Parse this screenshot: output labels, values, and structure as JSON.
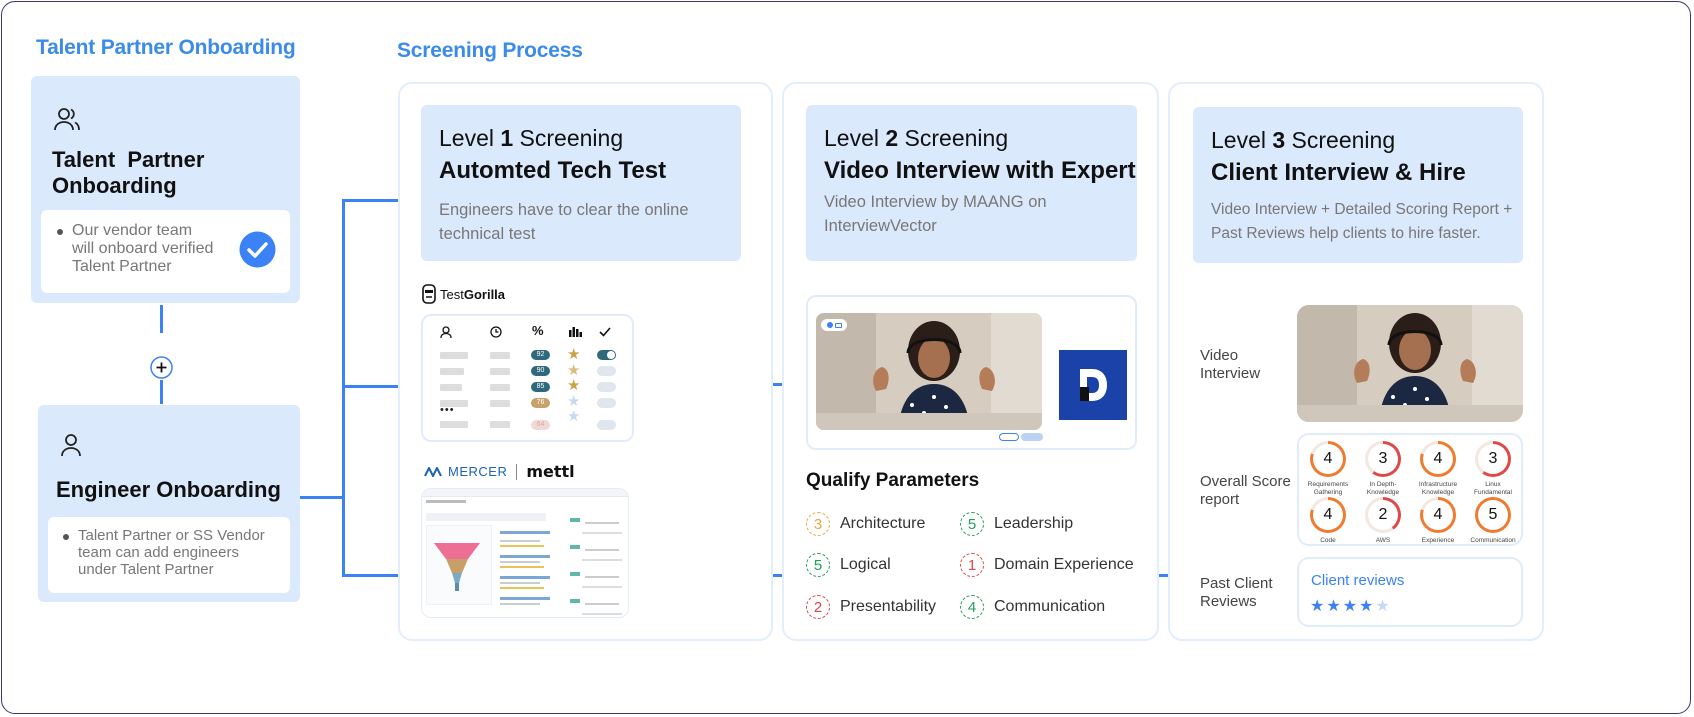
{
  "left": {
    "section_title": "Talent Partner Onboarding",
    "talent_card": {
      "icon": "users-icon",
      "title_line1": "Talent  Partner",
      "title_line2": "Onboarding",
      "bullet": [
        "Our vendor team",
        "will onboard verified",
        "Talent Partner"
      ],
      "check_icon": "check-circle-icon"
    },
    "plus_icon": "plus-circle-icon",
    "engineer_card": {
      "icon": "user-icon",
      "title": "Engineer Onboarding",
      "bullet": [
        "Talent Partner or SS Vendor",
        "team can add engineers",
        "under Talent Partner"
      ]
    }
  },
  "screening": {
    "section_title": "Screening Process",
    "levels": [
      {
        "prefix": "Level ",
        "number": "1",
        "suffix": " Screening",
        "title": "Automted Tech Test",
        "desc": [
          "Engineers have to clear the online",
          "technical test"
        ]
      },
      {
        "prefix": "Level ",
        "number": "2",
        "suffix": " Screening",
        "title": "Video Interview with Expert",
        "desc": [
          "Video Interview by MAANG on",
          "InterviewVector"
        ]
      },
      {
        "prefix": "Level ",
        "number": "3",
        "suffix": " Screening",
        "title": "Client Interview & Hire",
        "desc": [
          "Video Interview + Detailed Scoring Report +",
          "Past Reviews help clients to hire faster."
        ]
      }
    ]
  },
  "testgorilla": {
    "logo_text_plain": "Test",
    "logo_text_bold": "Gorilla",
    "header_icons": [
      "person-icon",
      "clock-icon",
      "percent-icon",
      "bar-chart-icon",
      "check-icon"
    ],
    "scores": [
      {
        "value": "92",
        "color": "#2e6a7c"
      },
      {
        "value": "90",
        "color": "#2e6a7c"
      },
      {
        "value": "85",
        "color": "#2e6a7c"
      },
      {
        "value": "76",
        "color": "#c9a16a"
      },
      {
        "value": "64",
        "color": "#f1d9d6"
      }
    ],
    "ellipsis": "•••"
  },
  "mercer": {
    "mercer_text": "MERCER",
    "mettl_text": "mettl"
  },
  "qualify": {
    "title": "Qualify Parameters",
    "params": [
      {
        "value": "3",
        "label": "Architecture",
        "color": "#f0a640"
      },
      {
        "value": "5",
        "label": "Leadership",
        "color": "#22a05a"
      },
      {
        "value": "5",
        "label": "Logical",
        "color": "#22a05a"
      },
      {
        "value": "1",
        "label": "Domain Experience",
        "color": "#e04848"
      },
      {
        "value": "2",
        "label": "Presentability",
        "color": "#e04848"
      },
      {
        "value": "4",
        "label": "Communication",
        "color": "#22a05a"
      }
    ]
  },
  "level3": {
    "video_label": [
      "Video",
      "Interview"
    ],
    "score_label": [
      "Overall Score",
      "report"
    ],
    "reviews_label": [
      "Past Client",
      "Reviews"
    ],
    "scores": [
      {
        "value": "4",
        "label": [
          "Requirements",
          "Gathering"
        ],
        "fill": 0.8,
        "color": "#f07b2f"
      },
      {
        "value": "3",
        "label": [
          "In Depth-",
          "Knowledge"
        ],
        "fill": 0.6,
        "color": "#e04848"
      },
      {
        "value": "4",
        "label": [
          "Infrastructure",
          "Knowledge"
        ],
        "fill": 0.8,
        "color": "#f07b2f"
      },
      {
        "value": "3",
        "label": [
          "Linux",
          "Fundamental"
        ],
        "fill": 0.6,
        "color": "#e04848"
      },
      {
        "value": "4",
        "label": [
          "Code"
        ],
        "fill": 0.8,
        "color": "#f07b2f"
      },
      {
        "value": "2",
        "label": [
          "AWS"
        ],
        "fill": 0.4,
        "color": "#e04848"
      },
      {
        "value": "4",
        "label": [
          "Experience"
        ],
        "fill": 0.8,
        "color": "#f07b2f"
      },
      {
        "value": "5",
        "label": [
          "Communication"
        ],
        "fill": 1.0,
        "color": "#f07b2f"
      }
    ],
    "reviews_title": "Client reviews",
    "rating": 4,
    "rating_max": 5
  }
}
